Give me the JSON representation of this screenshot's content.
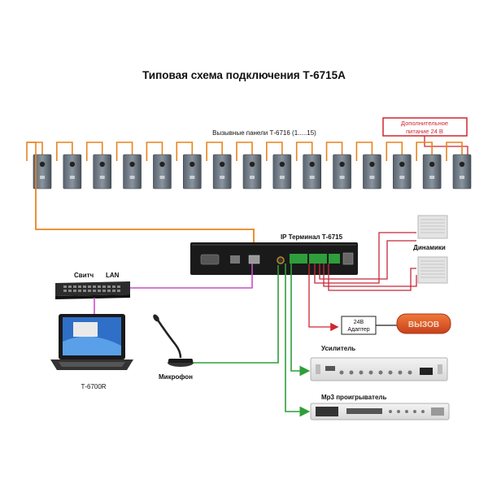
{
  "title": "Типовая схема подключения Т-6715А",
  "labels": {
    "panels": "Вызывные панели Т-6716 (1.....15)",
    "extra_power_line1": "Дополнительное",
    "extra_power_line2": "питание 24 В",
    "terminal": "IP Терминал Т-6715",
    "switch": "Свитч",
    "lan": "LAN",
    "computer": "Т-6700R",
    "microphone": "Микрофон",
    "speakers": "Динамики",
    "adapter_line1": "24В",
    "adapter_line2": "Адаптер",
    "call_sign": "ВЫЗОВ",
    "amplifier": "Усилитель",
    "mp3": "Mp3 проигрыватель"
  },
  "counts": {
    "call_panels": 15
  },
  "colors": {
    "panel_wire": "#e8841e",
    "lan_wire": "#c94fc9",
    "audio_wire": "#2e9e3a",
    "alarm_wire": "#d0262e",
    "speaker_wire": "#c5283a",
    "power_box": "#d0262e",
    "sign_bg": "#e3562a"
  }
}
